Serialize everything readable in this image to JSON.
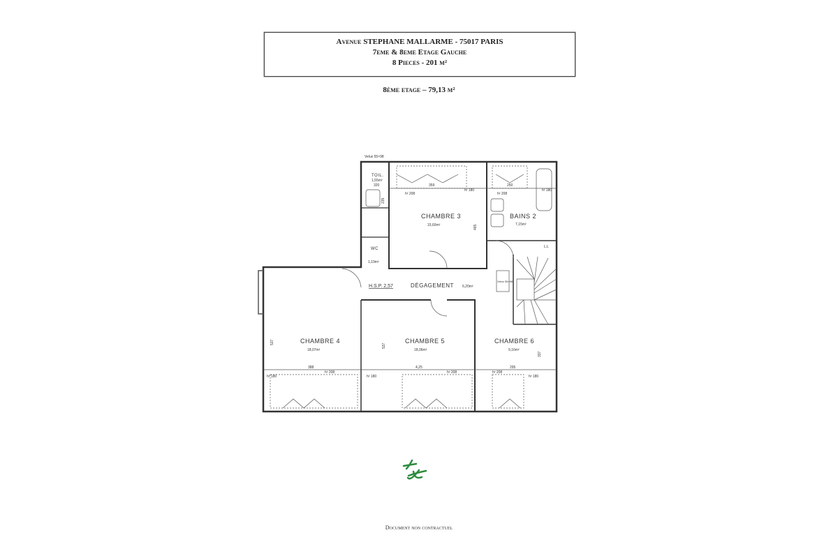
{
  "header": {
    "line1": "Avenue STEPHANE MALLARME - 75017 PARIS",
    "line2": "7eme & 8eme Etage Gauche",
    "line3": "8 Pieces - 201 m²",
    "floor_label": "8ème etage – 79,13 m²"
  },
  "plan": {
    "velux_top": "Velux 55×98",
    "rooms": [
      {
        "name": "TOIL.",
        "area": "1,55m²"
      },
      {
        "name": "CHAMBRE 3",
        "area": "15,60m²"
      },
      {
        "name": "BAINS 2",
        "area": "7,15m²"
      },
      {
        "name": "WC",
        "area": "1,19m²"
      },
      {
        "name": "DÉGAGEMENT",
        "area": "6,20m²"
      },
      {
        "name": "CHAMBRE 4",
        "area": "18,07m²"
      },
      {
        "name": "CHAMBRE 5",
        "area": "18,06m²"
      },
      {
        "name": "CHAMBRE 6",
        "area": "9,16m²"
      }
    ],
    "hsp": "H.S.P. 2,57",
    "velux_stair": "Velux 55×98",
    "ll": "L.L",
    "dimensions": [
      "320",
      "359",
      "250",
      "388",
      "4,25",
      "295",
      "465",
      "537",
      "537",
      "337",
      "235"
    ],
    "window_heights": [
      "h² 208",
      "h² 180",
      "h² 208",
      "h² 180",
      "h² 208",
      "h² 180",
      "h² 208",
      "h² 180",
      "h² 208",
      "h² 180"
    ]
  },
  "logo": {
    "text": "tc",
    "color": "#2e8b3e"
  },
  "footer": {
    "disclaimer": "Document non contractuel"
  }
}
